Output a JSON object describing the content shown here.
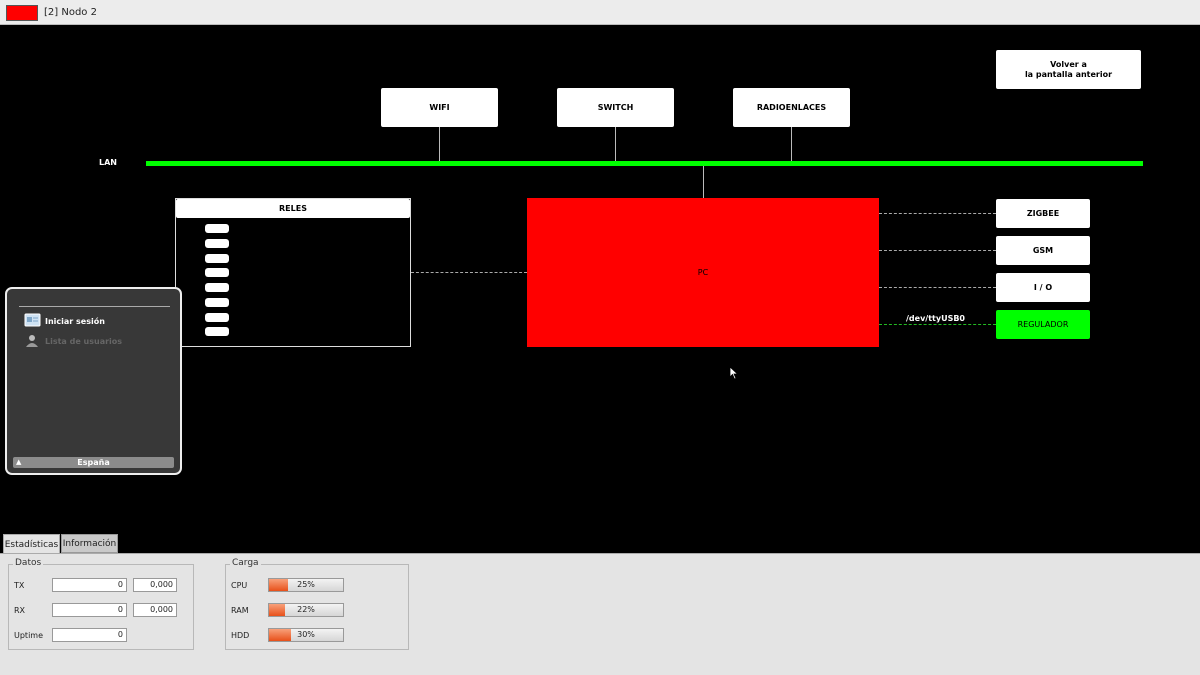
{
  "window": {
    "title": "[2] Nodo 2",
    "title_swatch_color": "#ff0000"
  },
  "topology": {
    "back_button": {
      "line1": "Volver a",
      "line2": "la pantalla anterior"
    },
    "lan": {
      "label": "LAN",
      "color": "#00ff00"
    },
    "network_boxes": [
      "WIFI",
      "SWITCH",
      "RADIOENLACES"
    ],
    "reles": {
      "title": "RELES",
      "relay_count": 8
    },
    "pc": {
      "label": "PC",
      "color": "#ff0000"
    },
    "devices": [
      "ZIGBEE",
      "GSM",
      "I / O"
    ],
    "regulator": {
      "label": "REGULADOR",
      "port": "/dev/ttyUSB0",
      "color": "#00ff00"
    }
  },
  "login_panel": {
    "items": [
      {
        "label": "Iniciar sesión",
        "icon": "card-icon"
      },
      {
        "label": "Lista de usuarios",
        "icon": "user-icon"
      }
    ],
    "footer": "España"
  },
  "tabs": [
    {
      "label": "Estadísticas",
      "active": true
    },
    {
      "label": "Información",
      "active": false
    }
  ],
  "stats": {
    "datos": {
      "title": "Datos",
      "tx": {
        "label": "TX",
        "value": "0",
        "rate": "0,000"
      },
      "rx": {
        "label": "RX",
        "value": "0",
        "rate": "0,000"
      },
      "uptime": {
        "label": "Uptime",
        "value": "0"
      }
    },
    "carga": {
      "title": "Carga",
      "cpu": {
        "label": "CPU",
        "percent": 25,
        "text": "25%"
      },
      "ram": {
        "label": "RAM",
        "percent": 22,
        "text": "22%"
      },
      "hdd": {
        "label": "HDD",
        "percent": 30,
        "text": "30%"
      }
    }
  }
}
